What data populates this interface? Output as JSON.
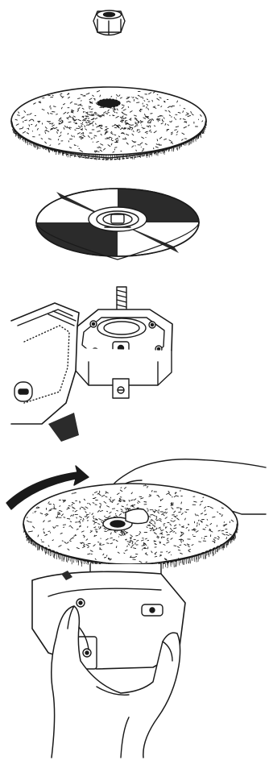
{
  "figure": {
    "kind": "line-drawing",
    "colors": {
      "ink": "#1a1a1a",
      "paper": "#ffffff",
      "shade": "#2b2b2b",
      "light_shade": "#8a8a8a"
    },
    "parts": [
      {
        "name": "lock-nut",
        "icon": "hex-flange-nut"
      },
      {
        "name": "wire-brush-wheel",
        "icon": "abrasive-wheel"
      },
      {
        "name": "flat-disc",
        "icon": "depressed-center-disc"
      },
      {
        "name": "grinder-head",
        "icon": "angle-grinder-spindle"
      },
      {
        "name": "installation-step",
        "icon": "hand-tightening-wheel"
      }
    ],
    "rotation_arrow": {
      "direction": "clockwise"
    }
  }
}
